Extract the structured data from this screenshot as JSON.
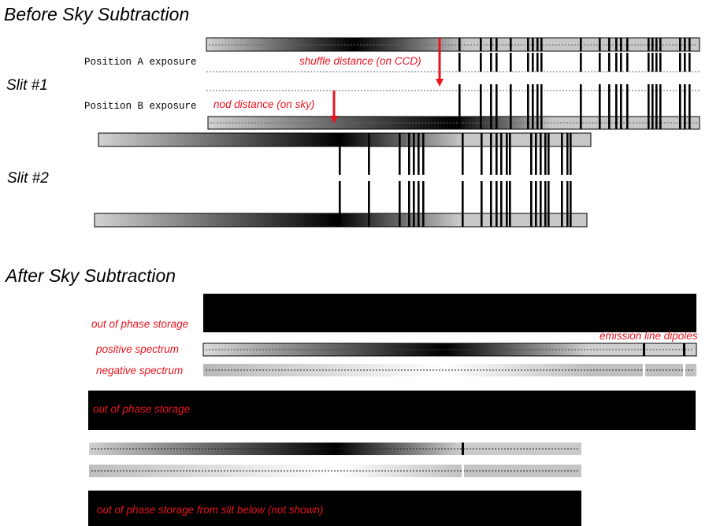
{
  "before": {
    "title": "Before Sky Subtraction",
    "slit1": {
      "label": "Slit #1",
      "position_a": "Position A exposure",
      "position_b": "Position B exposure",
      "shuffle_label": "shuffle distance (on CCD)",
      "nod_label": "nod distance (on sky)"
    },
    "slit2": {
      "label": "Slit #2"
    }
  },
  "after": {
    "title": "After Sky Subtraction",
    "storage_top": "out of phase storage",
    "positive": "positive spectrum",
    "negative": "negative spectrum",
    "dipoles": "emission line dipoles",
    "storage_mid": "out of phase storage",
    "storage_bottom": "out of phase storage from slit below (not shown)"
  },
  "colors": {
    "annotation": "#e8141e",
    "storage_band": "#000000",
    "slit_fill": "#c0c0c0"
  }
}
